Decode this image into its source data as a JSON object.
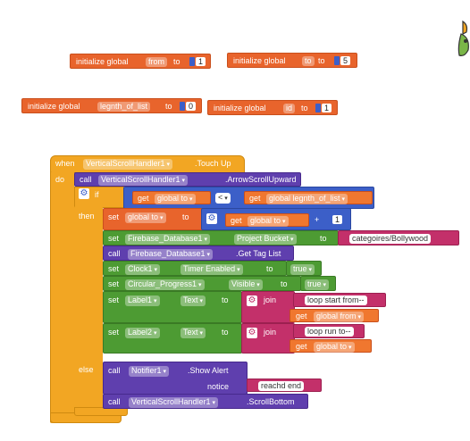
{
  "globals": [
    {
      "keyword": "initialize global",
      "name": "from",
      "to": "to",
      "value": "1"
    },
    {
      "keyword": "initialize global",
      "name": "to",
      "to": "to",
      "value": "5"
    },
    {
      "keyword": "initialize global",
      "name": "legnth_of_list",
      "to": "to",
      "value": "0"
    },
    {
      "keyword": "initialize global",
      "name": "id",
      "to": "to",
      "value": "1"
    }
  ],
  "event": {
    "when": "when",
    "component": "VerticalScrollHandler1",
    "event": ".Touch Up",
    "do": "do"
  },
  "arrow_call": {
    "call": "call",
    "component": "VerticalScrollHandler1",
    "method": ".ArrowScrollUpward"
  },
  "if_block": {
    "if": "if",
    "then": "then",
    "else": "else",
    "get": "get",
    "left": "global to",
    "op": "<",
    "right": "global legnth_of_list"
  },
  "set_to": {
    "set": "set",
    "var": "global to",
    "to": "to",
    "get": "get",
    "get_var": "global to",
    "plus": "+",
    "num": "1"
  },
  "set_bucket": {
    "set": "set",
    "component": "Firebase_Database1",
    "property": "Project Bucket",
    "to": "to",
    "value": "categoires/Bollywood"
  },
  "get_tags": {
    "call": "call",
    "component": "Firebase_Database1",
    "method": ".Get Tag List"
  },
  "set_timer": {
    "set": "set",
    "component": "Clock1",
    "property": "Timer Enabled",
    "to": "to",
    "value": "true"
  },
  "set_visible": {
    "set": "set",
    "component": "Circular_Progress1",
    "property": "Visible",
    "to": "to",
    "value": "true"
  },
  "set_label1": {
    "set": "set",
    "component": "Label1",
    "property": "Text",
    "to": "to",
    "join": "join",
    "text": "loop start from--",
    "get": "get",
    "get_var": "global from"
  },
  "set_label2": {
    "set": "set",
    "component": "Label2",
    "property": "Text",
    "to": "to",
    "join": "join",
    "text": "loop run to--",
    "get": "get",
    "get_var": "global to"
  },
  "alert": {
    "call": "call",
    "component": "Notifier1",
    "method": ".Show Alert",
    "notice": "notice",
    "text": "reachd end"
  },
  "scroll_bottom": {
    "call": "call",
    "component": "VerticalScrollHandler1",
    "method": ".ScrollBottom"
  },
  "colors": {
    "variable": "#e8642c",
    "event": "#f2a623",
    "method": "#5f3fae",
    "math": "#3c5fc8",
    "setter": "#4d9b33",
    "text": "#c3306a"
  }
}
